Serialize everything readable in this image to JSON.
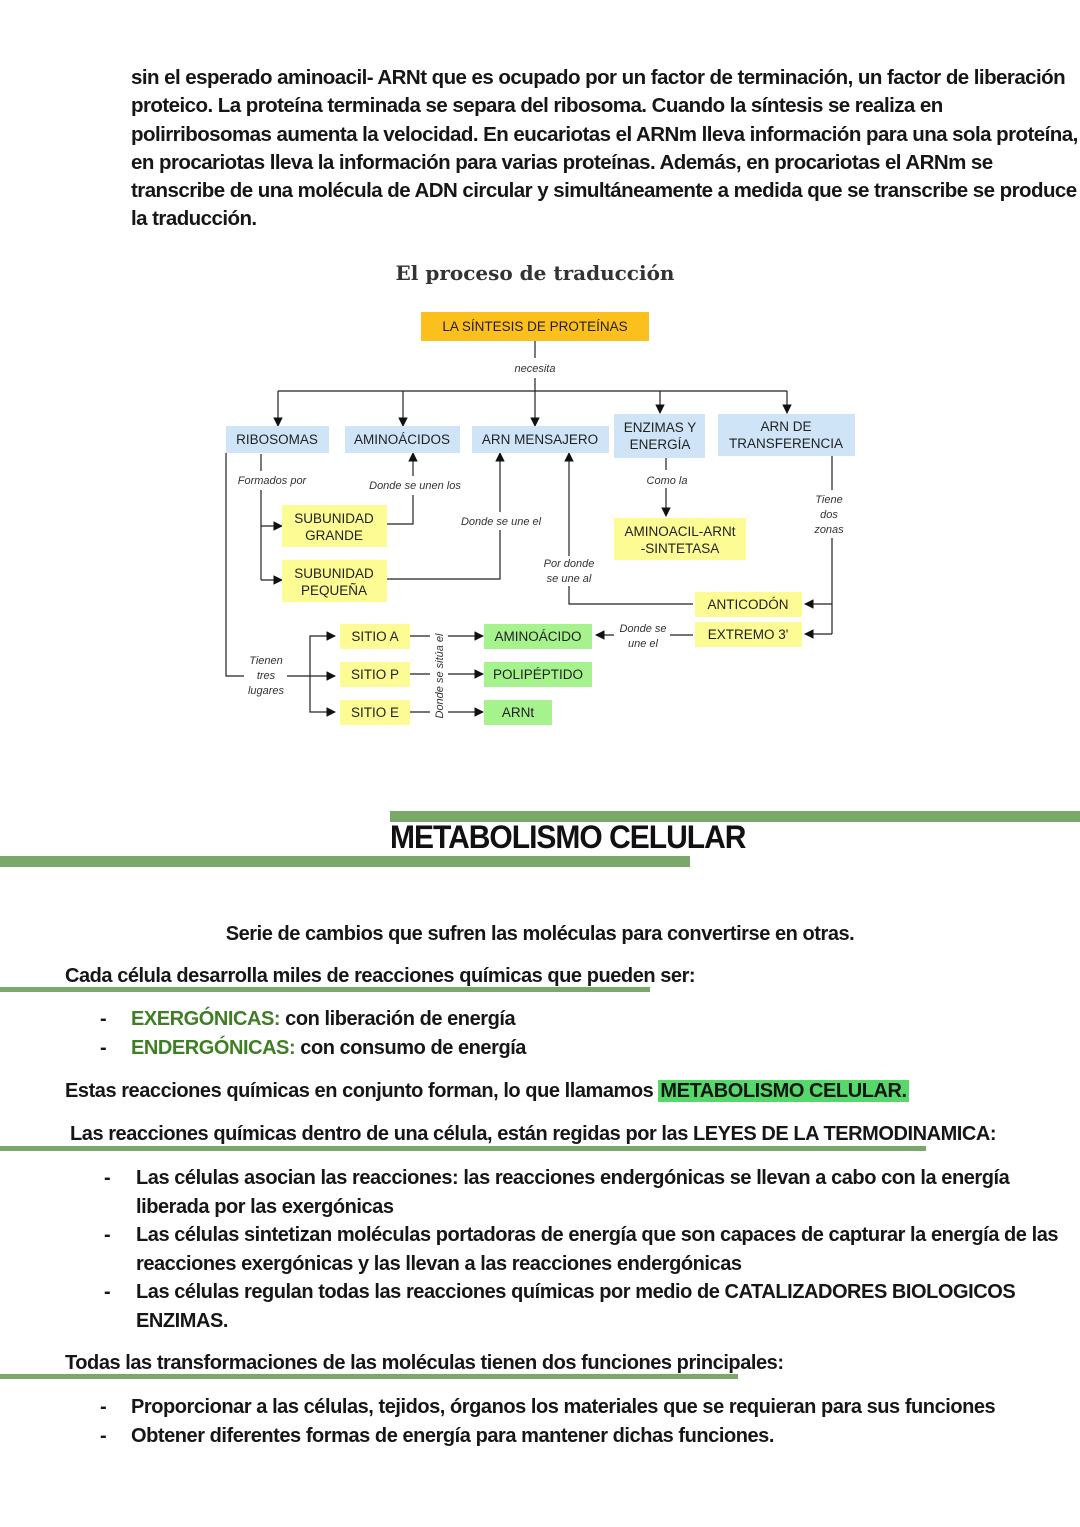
{
  "intro": [
    "sin el esperado aminoacil- ARNt que es ocupado por un factor de terminación, un factor de liberación",
    "proteico. La proteína terminada se separa del ribosoma. Cuando la síntesis se realiza en",
    "polirribosomas aumenta la velocidad. En eucariotas el ARNm lleva información para una sola proteína,",
    "en procariotas lleva la información para varias proteínas. Además, en procariotas el ARNm se",
    "transcribe de una molécula de ADN circular y simultáneamente a medida que se transcribe se produce",
    "la traducción."
  ],
  "diagram": {
    "title": "El proceso de traducción",
    "colors": {
      "orange": "#fbbf1e",
      "blue": "#cfe5f7",
      "yellow": "#fdfb94",
      "green": "#a6f28d"
    },
    "nodes": {
      "root": "LA SÍNTESIS DE PROTEÍNAS",
      "ribosomas": "RIBOSOMAS",
      "aminoacidos": "AMINOÁCIDOS",
      "arn_mensajero": "ARN MENSAJERO",
      "enzimas_1": "ENZIMAS Y",
      "enzimas_2": "ENERGÍA",
      "arn_transf_1": "ARN DE",
      "arn_transf_2": "TRANSFERENCIA",
      "sub_grande_1": "SUBUNIDAD",
      "sub_grande_2": "GRANDE",
      "sub_pequena_1": "SUBUNIDAD",
      "sub_pequena_2": "PEQUEÑA",
      "aminoacil_1": "AMINOACIL-ARNt",
      "aminoacil_2": "-SINTETASA",
      "anticodon": "ANTICODÓN",
      "extremo": "EXTREMO 3'",
      "sitio_a": "SITIO A",
      "sitio_p": "SITIO P",
      "sitio_e": "SITIO E",
      "aminoacido": "AMINOÁCIDO",
      "polipeptido": "POLIPÉPTIDO",
      "arnt": "ARNt"
    },
    "edges": {
      "necesita": "necesita",
      "formados_por": "Formados por",
      "donde_se_unen_los": "Donde se unen los",
      "donde_se_une_el": "Donde se une el",
      "como_la": "Como la",
      "tiene_1": "Tiene",
      "tiene_2": "dos",
      "tiene_3": "zonas",
      "por_donde_1": "Por donde",
      "por_donde_2": "se une al",
      "donde_se_une_el2_1": "Donde se",
      "donde_se_une_el2_2": "une el",
      "tienen_1": "Tienen",
      "tienen_2": "tres",
      "tienen_3": "lugares",
      "donde_se_situa": "Donde se sitúa el"
    }
  },
  "section": {
    "title": "METABOLISMO CELULAR",
    "definition": "Serie de cambios que sufren las moléculas para convertirse en otras.",
    "reactions_intro": "Cada célula desarrolla miles de reacciones químicas que pueden ser:",
    "reaction_types": [
      {
        "dash": "-",
        "term": "EXERGÓNICAS:",
        "desc": " con liberación de energía"
      },
      {
        "dash": "-",
        "term": "ENDERGÓNICAS:",
        "desc": " con consumo de energía"
      }
    ],
    "metabolism_sentence": "Estas reacciones químicas en conjunto forman, lo que llamamos ",
    "metabolism_highlight": "METABOLISMO CELULAR.",
    "laws_intro": "Las reacciones químicas dentro de una célula, están regidas por las LEYES DE LA TERMODINAMICA:",
    "laws": [
      {
        "dash": "-",
        "line1": "Las células asocian las reacciones: las reacciones endergónicas se llevan a cabo con la energía",
        "line2": "liberada por las exergónicas"
      },
      {
        "dash": "-",
        "line1": "Las células sintetizan moléculas portadoras de energía que son capaces de capturar la energía de las",
        "line2": "reacciones exergónicas y las llevan a las reacciones endergónicas"
      },
      {
        "dash": "-",
        "line1": "Las células regulan todas las reacciones químicas por medio de CATALIZADORES BIOLOGICOS",
        "line2": "ENZIMAS."
      }
    ],
    "functions_intro": "Todas las transformaciones de las moléculas tienen dos funciones principales:",
    "functions": [
      {
        "dash": "-",
        "text": "Proporcionar a las células, tejidos, órganos los materiales que se requieran para sus funciones"
      },
      {
        "dash": "-",
        "text": "Obtener diferentes formas de energía para mantener dichas funciones."
      }
    ]
  }
}
